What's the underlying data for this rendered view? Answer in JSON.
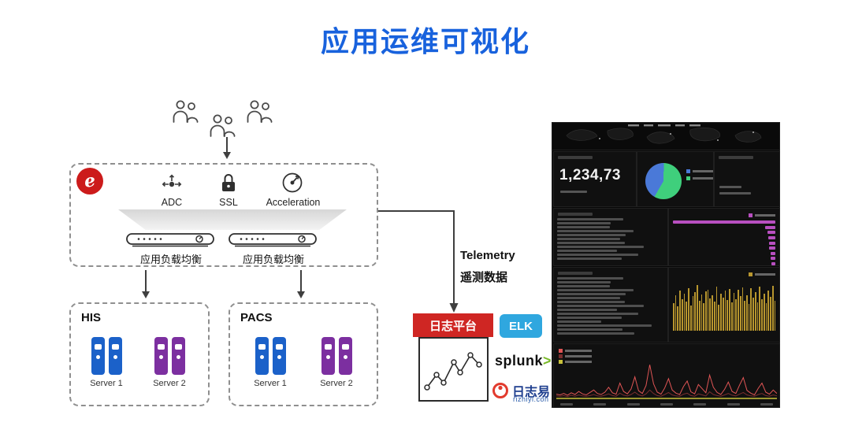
{
  "title": "应用运维可视化",
  "logo_glyph": "e",
  "architecture": {
    "services": [
      {
        "label": "ADC"
      },
      {
        "label": "SSL"
      },
      {
        "label": "Acceleration"
      }
    ],
    "load_balancers": [
      {
        "label": "应用负载均衡"
      },
      {
        "label": "应用负载均衡"
      }
    ],
    "clusters": [
      {
        "name": "HIS",
        "servers": [
          "Server 1",
          "Server 2"
        ]
      },
      {
        "name": "PACS",
        "servers": [
          "Server 1",
          "Server 2"
        ]
      }
    ],
    "telemetry": {
      "line1": "Telemetry",
      "line2": "遥测数据"
    },
    "log_platform": {
      "label": "日志平台"
    },
    "vendors": {
      "elk": "ELK",
      "splunk": "splunk",
      "splunk_caret": ">",
      "rizhiyi": "日志易",
      "rizhiyi_domain": "rizhiyi.con"
    }
  },
  "dashboard": {
    "big_number": "1,234,73"
  },
  "chart_data": [
    {
      "type": "pie",
      "values": [
        42,
        58
      ],
      "colors": [
        "#4a79d8",
        "#3fcf7c"
      ],
      "legend_position": "right"
    },
    {
      "type": "bar",
      "orientation": "horizontal",
      "color": "#b84fc0",
      "values": [
        100,
        10,
        8,
        7,
        6,
        6,
        5,
        5,
        4,
        4,
        3
      ]
    },
    {
      "type": "bar",
      "orientation": "vertical",
      "color": "#b8962e",
      "values": [
        55,
        70,
        48,
        80,
        62,
        74,
        58,
        85,
        50,
        68,
        76,
        90,
        60,
        72,
        54,
        78,
        82,
        64,
        70,
        58,
        88,
        52,
        74,
        66,
        79,
        61,
        83,
        57,
        75,
        63,
        81,
        69,
        86,
        59,
        71,
        53,
        84,
        65,
        77,
        56,
        87,
        62,
        73,
        55,
        80,
        67,
        89,
        60
      ]
    },
    {
      "type": "line",
      "baseline_color": "#c9c23a",
      "series": [
        {
          "name": "primary",
          "color": "#e05555",
          "values": [
            10,
            8,
            12,
            7,
            14,
            9,
            18,
            11,
            8,
            15,
            22,
            12,
            9,
            16,
            30,
            14,
            10,
            42,
            18,
            11,
            25,
            60,
            20,
            12,
            35,
            95,
            40,
            16,
            10,
            28,
            55,
            22,
            13,
            9,
            32,
            48,
            17,
            11,
            38,
            26,
            14,
            65,
            30,
            15,
            9,
            24,
            45,
            18,
            12,
            36,
            58,
            21,
            13,
            8,
            27,
            42,
            16,
            10,
            22,
            12
          ]
        },
        {
          "name": "secondary",
          "color": "#7a2e2e",
          "values": [
            5,
            4,
            6,
            3,
            7,
            4,
            8,
            5,
            4,
            6,
            9,
            5,
            4,
            7,
            11,
            6,
            4,
            13,
            7,
            5,
            9,
            16,
            8,
            5,
            11,
            22,
            12,
            6,
            4,
            9,
            15,
            8,
            5,
            4,
            10,
            13,
            6,
            4,
            11,
            8,
            5,
            17,
            9,
            6,
            4,
            8,
            12,
            7,
            5,
            10,
            15,
            8,
            5,
            4,
            9,
            12,
            6,
            4,
            8,
            5
          ]
        }
      ]
    }
  ]
}
